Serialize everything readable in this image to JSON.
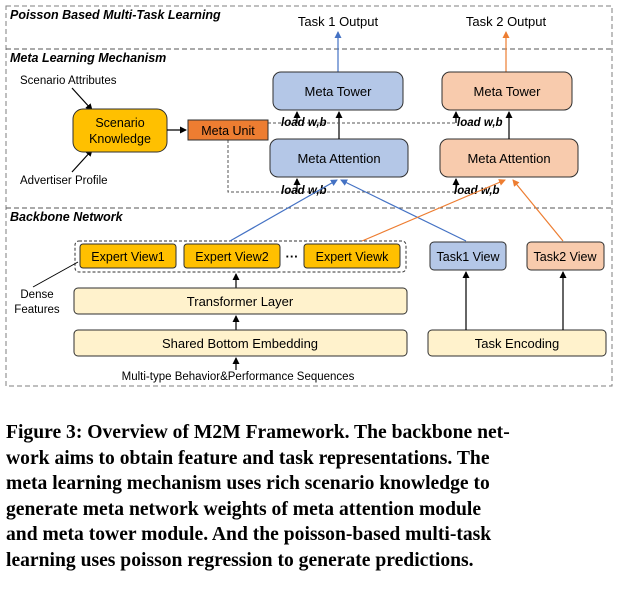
{
  "sections": {
    "poisson": "Poisson Based Multi-Task Learning",
    "meta": "Meta Learning Mechanism",
    "backbone": "Backbone Network"
  },
  "outputs": {
    "task1": "Task 1 Output",
    "task2": "Task 2 Output"
  },
  "meta_towers": {
    "task1": "Meta Tower",
    "task2": "Meta Tower"
  },
  "meta_attention": {
    "task1": "Meta Attention",
    "task2": "Meta Attention"
  },
  "load_labels": {
    "tower_task1": "load w,b",
    "tower_task2": "load w,b",
    "attention_task1": "load w,b",
    "attention_task2": "load w,b"
  },
  "meta_unit": "Meta Unit",
  "scenario_knowledge": {
    "line1": "Scenario",
    "line2": "Knowledge"
  },
  "scenario_attributes": "Scenario Attributes",
  "advertiser_profile": "Advertiser Profile",
  "experts": {
    "view1": "Expert View1",
    "view2": "Expert View2",
    "ellipsis": "···",
    "viewk": "Expert Viewk"
  },
  "task_views": {
    "task1": "Task1 View",
    "task2": "Task2 View"
  },
  "dense_features": {
    "line1": "Dense",
    "line2": "Features"
  },
  "transformer_layer": "Transformer Layer",
  "shared_bottom_embedding": "Shared Bottom Embedding",
  "task_encoding": "Task Encoding",
  "input_sequences": "Multi-type Behavior&Performance Sequences",
  "caption": [
    "Figure 3: Overview of M2M Framework. The backbone net-",
    "work aims to obtain feature and task representations. The",
    "meta learning mechanism uses rich scenario knowledge to",
    "generate meta network weights of meta attention module",
    "and meta tower module. And the poisson-based multi-task",
    "learning uses poisson regression to generate predictions."
  ],
  "colors": {
    "blue_fill": "#b4c7e7",
    "orange_fill": "#f8cbad",
    "yellow_fill": "#fff2cc",
    "gold_fill": "#ffc000",
    "meta_unit_fill": "#ed7d31",
    "blue_arrow": "#4472c4",
    "orange_arrow": "#ed7d31"
  }
}
